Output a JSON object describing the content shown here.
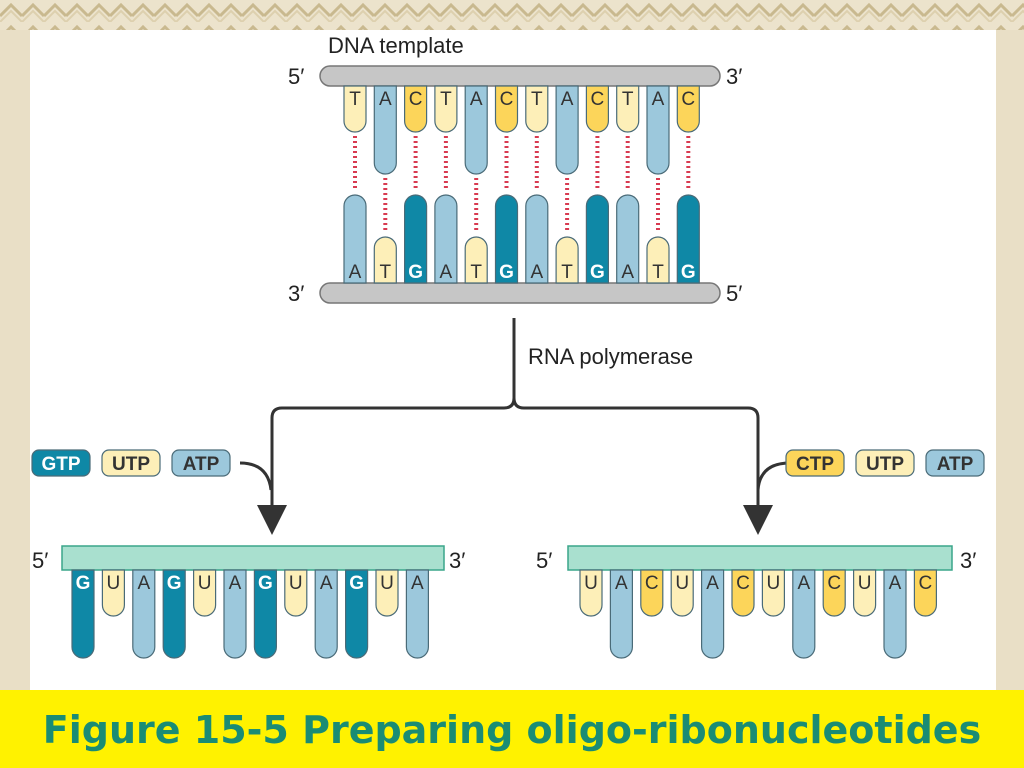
{
  "caption": "Figure 15-5 Preparing oligo-ribonucleotides",
  "dna": {
    "title": "DNA template",
    "top_left_end": "5′",
    "top_right_end": "3′",
    "bottom_left_end": "3′",
    "bottom_right_end": "5′",
    "template_bases": [
      "T",
      "A",
      "C",
      "T",
      "A",
      "C",
      "T",
      "A",
      "C",
      "T",
      "A",
      "C"
    ],
    "coding_bases": [
      "A",
      "T",
      "G",
      "A",
      "T",
      "G",
      "A",
      "T",
      "G",
      "A",
      "T",
      "G"
    ]
  },
  "enzyme_label": "RNA polymerase",
  "left_product": {
    "nucleotides": [
      "GTP",
      "UTP",
      "ATP"
    ],
    "left_end": "5′",
    "right_end": "3′",
    "bases": [
      "G",
      "U",
      "A",
      "G",
      "U",
      "A",
      "G",
      "U",
      "A",
      "G",
      "U",
      "A"
    ]
  },
  "right_product": {
    "nucleotides": [
      "CTP",
      "UTP",
      "ATP"
    ],
    "left_end": "5′",
    "right_end": "3′",
    "bases": [
      "U",
      "A",
      "C",
      "U",
      "A",
      "C",
      "U",
      "A",
      "C",
      "U",
      "A",
      "C"
    ]
  },
  "colors": {
    "T": "#fdefb8",
    "U": "#fdefb8",
    "C": "#fcd55a",
    "A": "#9cc8dc",
    "G": "#0f88a6",
    "backbone_dna": "#c6c6c6",
    "backbone_rna": "#a9e0cf",
    "hbond": "#d83a50",
    "caption_bar": "#fff200",
    "caption_text": "#1a8c74"
  }
}
